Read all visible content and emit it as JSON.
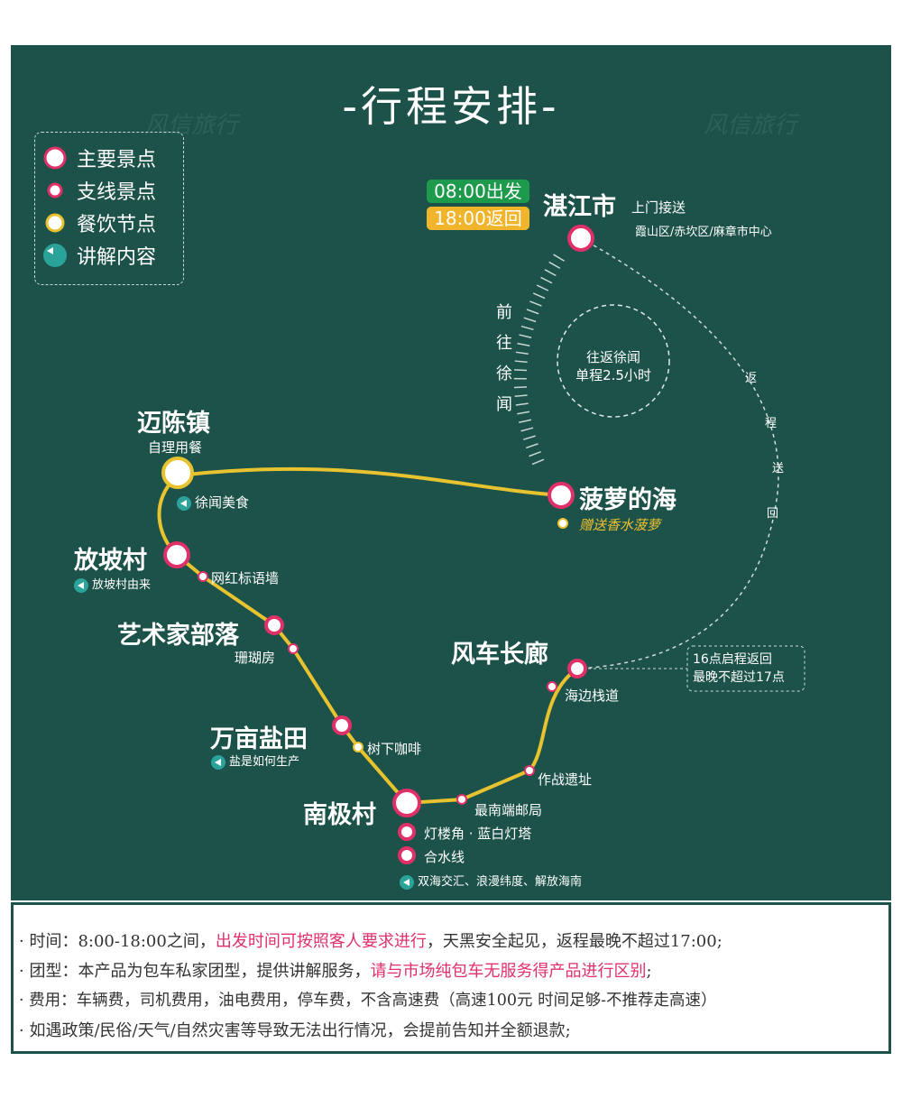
{
  "title": "-行程安排-",
  "watermark": "风信旅行",
  "legend": [
    {
      "label": "主要景点"
    },
    {
      "label": "支线景点"
    },
    {
      "label": "餐饮节点"
    },
    {
      "label": "讲解内容"
    }
  ],
  "badges": {
    "depart": "08:00出发",
    "return": "18:00返回"
  },
  "colors": {
    "board": "#1c5249",
    "route": "#e8c330",
    "pink": "#e0306a",
    "green_badge": "#1e9a4c",
    "yellow_badge": "#f0b52a"
  },
  "stops": {
    "zhanjiang": {
      "name": "湛江市",
      "sub": "上门接送",
      "areas": "霞山区/赤坎区/麻章市中心"
    },
    "boluo": {
      "name": "菠萝的海",
      "gift": "赠送香水菠萝"
    },
    "maichen": {
      "name": "迈陈镇",
      "sub": "自理用餐",
      "food": "徐闻美食"
    },
    "fangpo": {
      "name": "放坡村",
      "audio": "放坡村由来",
      "wall": "网红标语墙"
    },
    "artist": {
      "name": "艺术家部落",
      "sub": "珊瑚房"
    },
    "yantian": {
      "name": "万亩盐田",
      "audio": "盐是如何生产",
      "cafe": "树下咖啡"
    },
    "nanji": {
      "name": "南极村",
      "a": "灯楼角 · 蓝白灯塔",
      "b": "合水线",
      "audio": "双海交汇、浪漫纬度、解放海南"
    },
    "post": "最南端邮局",
    "ruins": "作战遗址",
    "fengche": {
      "name": "风车长廊",
      "boardwalk": "海边栈道",
      "note1": "16点启程返回",
      "note2": "最晚不超过17点"
    }
  },
  "going": [
    "前",
    "往",
    "徐",
    "闻"
  ],
  "returning": [
    "返",
    "程",
    "送",
    "回"
  ],
  "circle": {
    "line1": "往返徐闻",
    "line2": "单程2.5小时"
  },
  "notes": [
    {
      "a": "时间：8:00-18:00之间，",
      "b": "出发时间可按照客人要求进行",
      "c": "，天黑安全起见，返程最晚不超过17:00;"
    },
    {
      "a": "团型：本产品为包车私家团型，提供讲解服务，",
      "b": "请与市场纯包车无服务得产品进行区别",
      "c": ";"
    },
    {
      "a": "费用：车辆费，司机费用，油电费用，停车费，不含高速费（高速100元 时间足够-不推荐走高速）"
    },
    {
      "a": "如遇政策/民俗/天气/自然灾害等导致无法出行情况，会提前告知并全额退款;"
    }
  ]
}
